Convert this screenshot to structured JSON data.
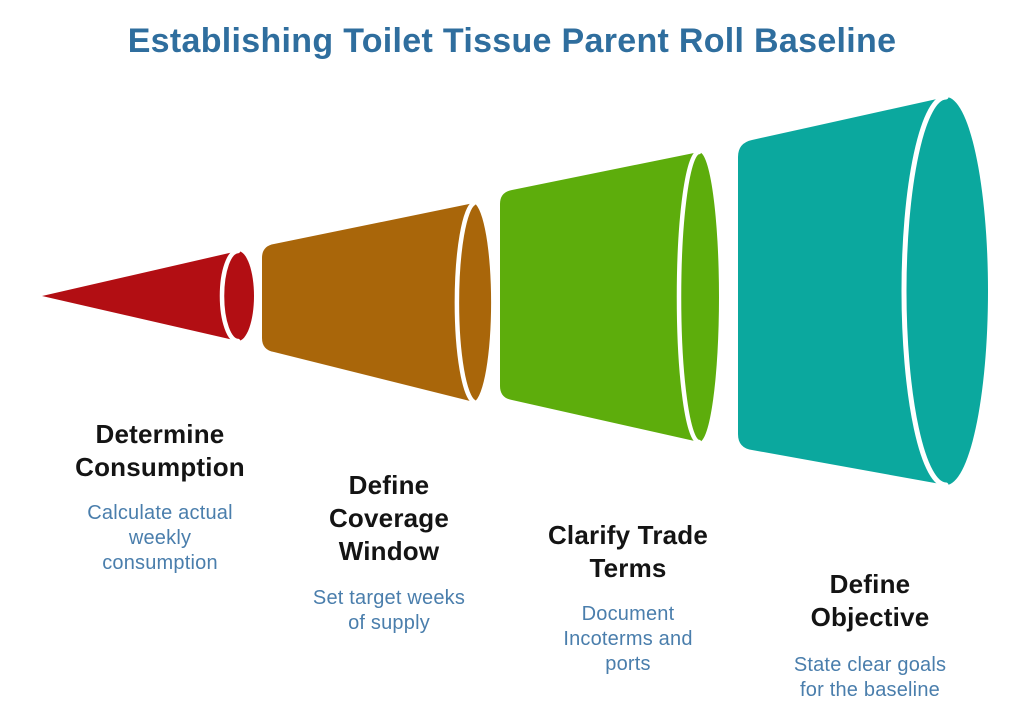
{
  "title": {
    "text": "Establishing Toilet Tissue Parent Roll Baseline",
    "color": "#2F6E9E"
  },
  "funnel": {
    "type": "horizontal-cone-funnel",
    "direction": "tip-left-to-wide-right",
    "label_color": "#141414",
    "description_color": "#4A7EAC",
    "stages": [
      {
        "label": "Determine Consumption",
        "label_lines": [
          "Determine",
          "Consumption"
        ],
        "description": "Calculate actual weekly consumption",
        "description_lines": [
          "Calculate actual",
          "weekly",
          "consumption"
        ],
        "color": "#B20E13"
      },
      {
        "label": "Define Coverage Window",
        "label_lines": [
          "Define",
          "Coverage",
          "Window"
        ],
        "description": "Set target weeks of supply",
        "description_lines": [
          "Set target weeks",
          "of supply"
        ],
        "color": "#A9660A"
      },
      {
        "label": "Clarify Trade Terms",
        "label_lines": [
          "Clarify Trade",
          "Terms"
        ],
        "description": "Document Incoterms and ports",
        "description_lines": [
          "Document",
          "Incoterms and",
          "ports"
        ],
        "color": "#5DAD0C"
      },
      {
        "label": "Define Objective",
        "label_lines": [
          "Define",
          "Objective"
        ],
        "description": "State clear goals for the baseline",
        "description_lines": [
          "State clear goals",
          "for the baseline"
        ],
        "color": "#0BA89E"
      }
    ]
  }
}
